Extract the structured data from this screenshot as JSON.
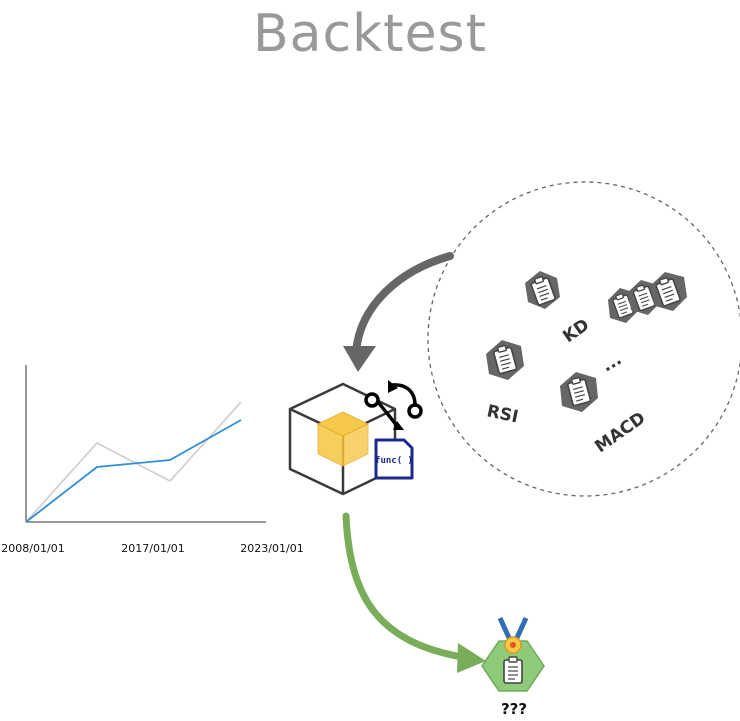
{
  "title": "Backtest",
  "colors": {
    "title": "#999999",
    "flow_arrow_in": "#666666",
    "flow_arrow_out": "#7aad5a",
    "hexagon": "#666666",
    "cube_yellow": "#f6c94a",
    "func_blue": "#1b2a8a",
    "series_main": "#2f8fd8",
    "series_reference": "#cccccc",
    "reward_green": "#8fc97a"
  },
  "chart": {
    "x_ticks": [
      "2008/01/01",
      "2017/01/01",
      "2023/01/01"
    ]
  },
  "strategy_box": {
    "func_label": "func( )"
  },
  "indicators": {
    "items": [
      {
        "label": "KD"
      },
      {
        "label": "RSI"
      },
      {
        "label": "MACD"
      },
      {
        "label": "..."
      }
    ]
  },
  "result": {
    "label": "???"
  }
}
